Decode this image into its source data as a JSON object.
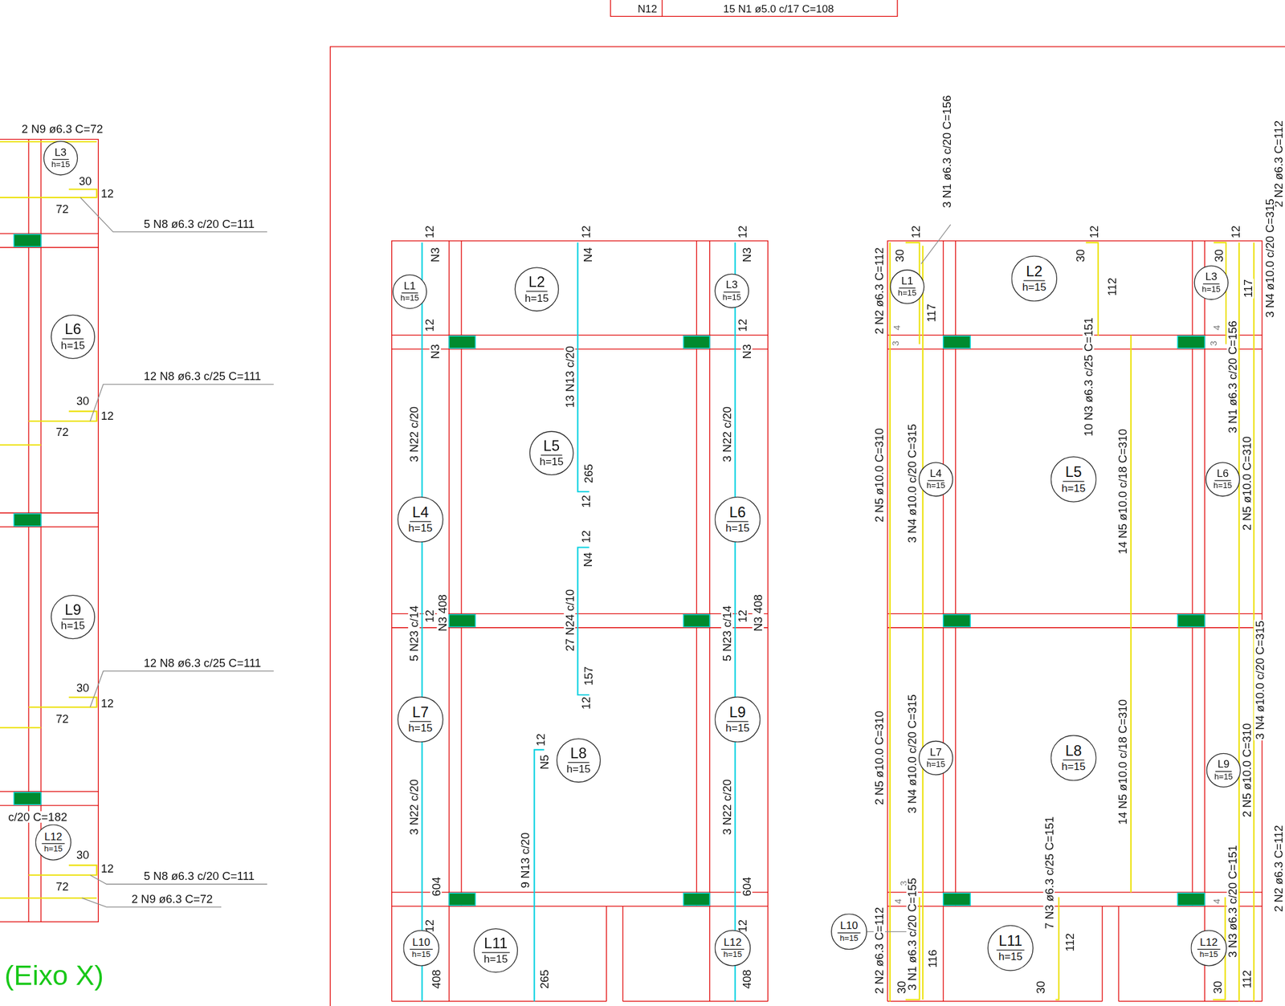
{
  "diagram": {
    "nodes": [
      {
        "text": [
          "L3",
          "h=15"
        ]
      },
      {
        "text": [
          "L6",
          "h=15"
        ]
      },
      {
        "text": [
          "L9",
          "h=15"
        ]
      },
      {
        "text": [
          "L12",
          "h=15"
        ]
      },
      {
        "text": [
          "L1",
          "h=15"
        ]
      },
      {
        "text": [
          "L2",
          "h=15"
        ]
      },
      {
        "text": [
          "L3",
          "h=15"
        ]
      },
      {
        "text": [
          "L5",
          "h=15"
        ]
      },
      {
        "text": [
          "L4",
          "h=15"
        ]
      },
      {
        "text": [
          "L6",
          "h=15"
        ]
      },
      {
        "text": [
          "L7",
          "h=15"
        ]
      },
      {
        "text": [
          "L9",
          "h=15"
        ]
      },
      {
        "text": [
          "L8",
          "h=15"
        ]
      },
      {
        "text": [
          "L10",
          "h=15"
        ]
      },
      {
        "text": [
          "L11",
          "h=15"
        ]
      },
      {
        "text": [
          "L12",
          "h=15"
        ]
      },
      {
        "text": [
          "L1",
          "h=15"
        ]
      },
      {
        "text": [
          "L2",
          "h=15"
        ]
      },
      {
        "text": [
          "L3",
          "h=15"
        ]
      },
      {
        "text": [
          "L4",
          "h=15"
        ]
      },
      {
        "text": [
          "L5",
          "h=15"
        ]
      },
      {
        "text": [
          "L6",
          "h=15"
        ]
      },
      {
        "text": [
          "L7",
          "h=15"
        ]
      },
      {
        "text": [
          "L8",
          "h=15"
        ]
      },
      {
        "text": [
          "L9",
          "h=15"
        ]
      },
      {
        "text": [
          "L10",
          "h=15"
        ]
      },
      {
        "text": [
          "L11",
          "h=15"
        ]
      },
      {
        "text": [
          "L12",
          "h=15"
        ]
      }
    ],
    "labels": [
      "N12",
      "15 N1 ø5.0 c/17 C=108",
      "2 N9 ø6.3 C=72",
      "30",
      "12",
      "72",
      "5 N8 ø6.3 c/20 C=111",
      "12 N8 ø6.3 c/25 C=111",
      "30",
      "12",
      "72",
      "12 N8 ø6.3 c/25 C=111",
      "30",
      "12",
      "72",
      "c/20 C=182",
      "30",
      "12",
      "72",
      "5 N8 ø6.3 c/20 C=111",
      "2 N9 ø6.3 C=72",
      "(Eixo X)",
      "12",
      "N3",
      "12",
      "N3",
      "3 N22 c/20",
      "5 N23 c/14",
      "12",
      "N3 408",
      "3 N22 c/20",
      "604",
      "12",
      "408",
      "12",
      "N4",
      "13 N13 c/20",
      "265",
      "12",
      "12",
      "N4",
      "27 N24 c/10",
      "157",
      "12",
      "12",
      "N5",
      "9 N13 c/20",
      "265",
      "12",
      "N3",
      "12",
      "N3",
      "3 N22 c/20",
      "5 N23 c/14",
      "12",
      "N3 408",
      "3 N22 c/20",
      "604",
      "12",
      "408",
      "3 N1 ø6.3 c/20 C=156",
      "2 N2 ø6.3 C=112",
      "30",
      "12",
      "117",
      "4",
      "3",
      "30",
      "12",
      "10 N3 ø6.3 c/25 C=151",
      "112",
      "14 N5 ø10.0 c/18 C=310",
      "2 N5 ø10.0 C=310",
      "3 N4 ø10.0 c/20 C=315",
      "12",
      "30",
      "117",
      "2 N2 ø6.3 C=112",
      "3 N4 ø10.0 c/20 C=315",
      "4",
      "3",
      "3 N1 ø6.3 c/20 C=156",
      "2 N5 ø10.0 C=310",
      "2 N5 ø10.0 C=310",
      "3 N4 ø10.0 c/20 C=315",
      "14 N5 ø10.0 c/18 C=310",
      "3 N4 ø10.0 c/20 C=315",
      "2 N5 ø10.0 C=310",
      "3",
      "4",
      "2 N2 ø6.3 C=112",
      "3 N1 ø6.3 c/20 C=155",
      "116",
      "30",
      "7 N3 ø6.3 c/25 C=151",
      "112",
      "30",
      "4",
      "3 N3 ø6.3 c/20 C=151",
      "112",
      "30",
      "2 N2 ø6.3 C=112"
    ]
  }
}
